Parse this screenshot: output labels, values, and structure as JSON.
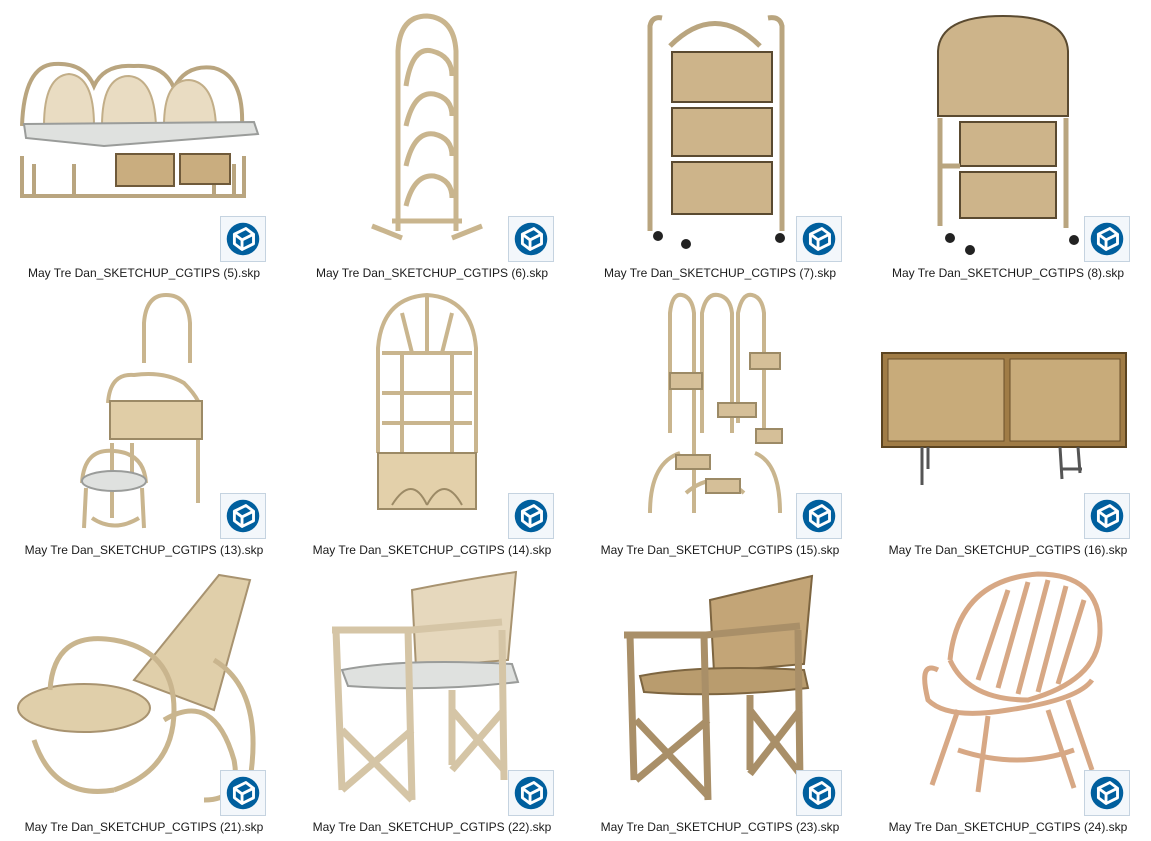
{
  "files": [
    {
      "name": "May Tre Dan_SKETCHUP_CGTIPS (5).skp",
      "icon": "sofa-bench-icon"
    },
    {
      "name": "May Tre Dan_SKETCHUP_CGTIPS (6).skp",
      "icon": "shoe-rack-icon"
    },
    {
      "name": "May Tre Dan_SKETCHUP_CGTIPS (7).skp",
      "icon": "drawer-cart-icon"
    },
    {
      "name": "May Tre Dan_SKETCHUP_CGTIPS (8).skp",
      "icon": "rolltop-cabinet-icon"
    },
    {
      "name": "May Tre Dan_SKETCHUP_CGTIPS (13).skp",
      "icon": "vanity-table-icon"
    },
    {
      "name": "May Tre Dan_SKETCHUP_CGTIPS (14).skp",
      "icon": "arched-shelf-icon"
    },
    {
      "name": "May Tre Dan_SKETCHUP_CGTIPS (15).skp",
      "icon": "plant-stand-icon"
    },
    {
      "name": "May Tre Dan_SKETCHUP_CGTIPS (16).skp",
      "icon": "headboard-icon"
    },
    {
      "name": "May Tre Dan_SKETCHUP_CGTIPS (21).skp",
      "icon": "lounge-chair-icon"
    },
    {
      "name": "May Tre Dan_SKETCHUP_CGTIPS (22).skp",
      "icon": "armchair-cushion-icon"
    },
    {
      "name": "May Tre Dan_SKETCHUP_CGTIPS (23).skp",
      "icon": "armchair-woven-icon"
    },
    {
      "name": "May Tre Dan_SKETCHUP_CGTIPS (24).skp",
      "icon": "round-chair-icon"
    }
  ],
  "badge": {
    "icon": "sketchup-icon",
    "color": "#005f9e"
  },
  "colors": {
    "rattan": "#d9c6a2",
    "rattan_dark": "#9c8a66",
    "weave": "#cdb48a",
    "cushion": "#e2e4e2",
    "panel": "#a07c46"
  }
}
